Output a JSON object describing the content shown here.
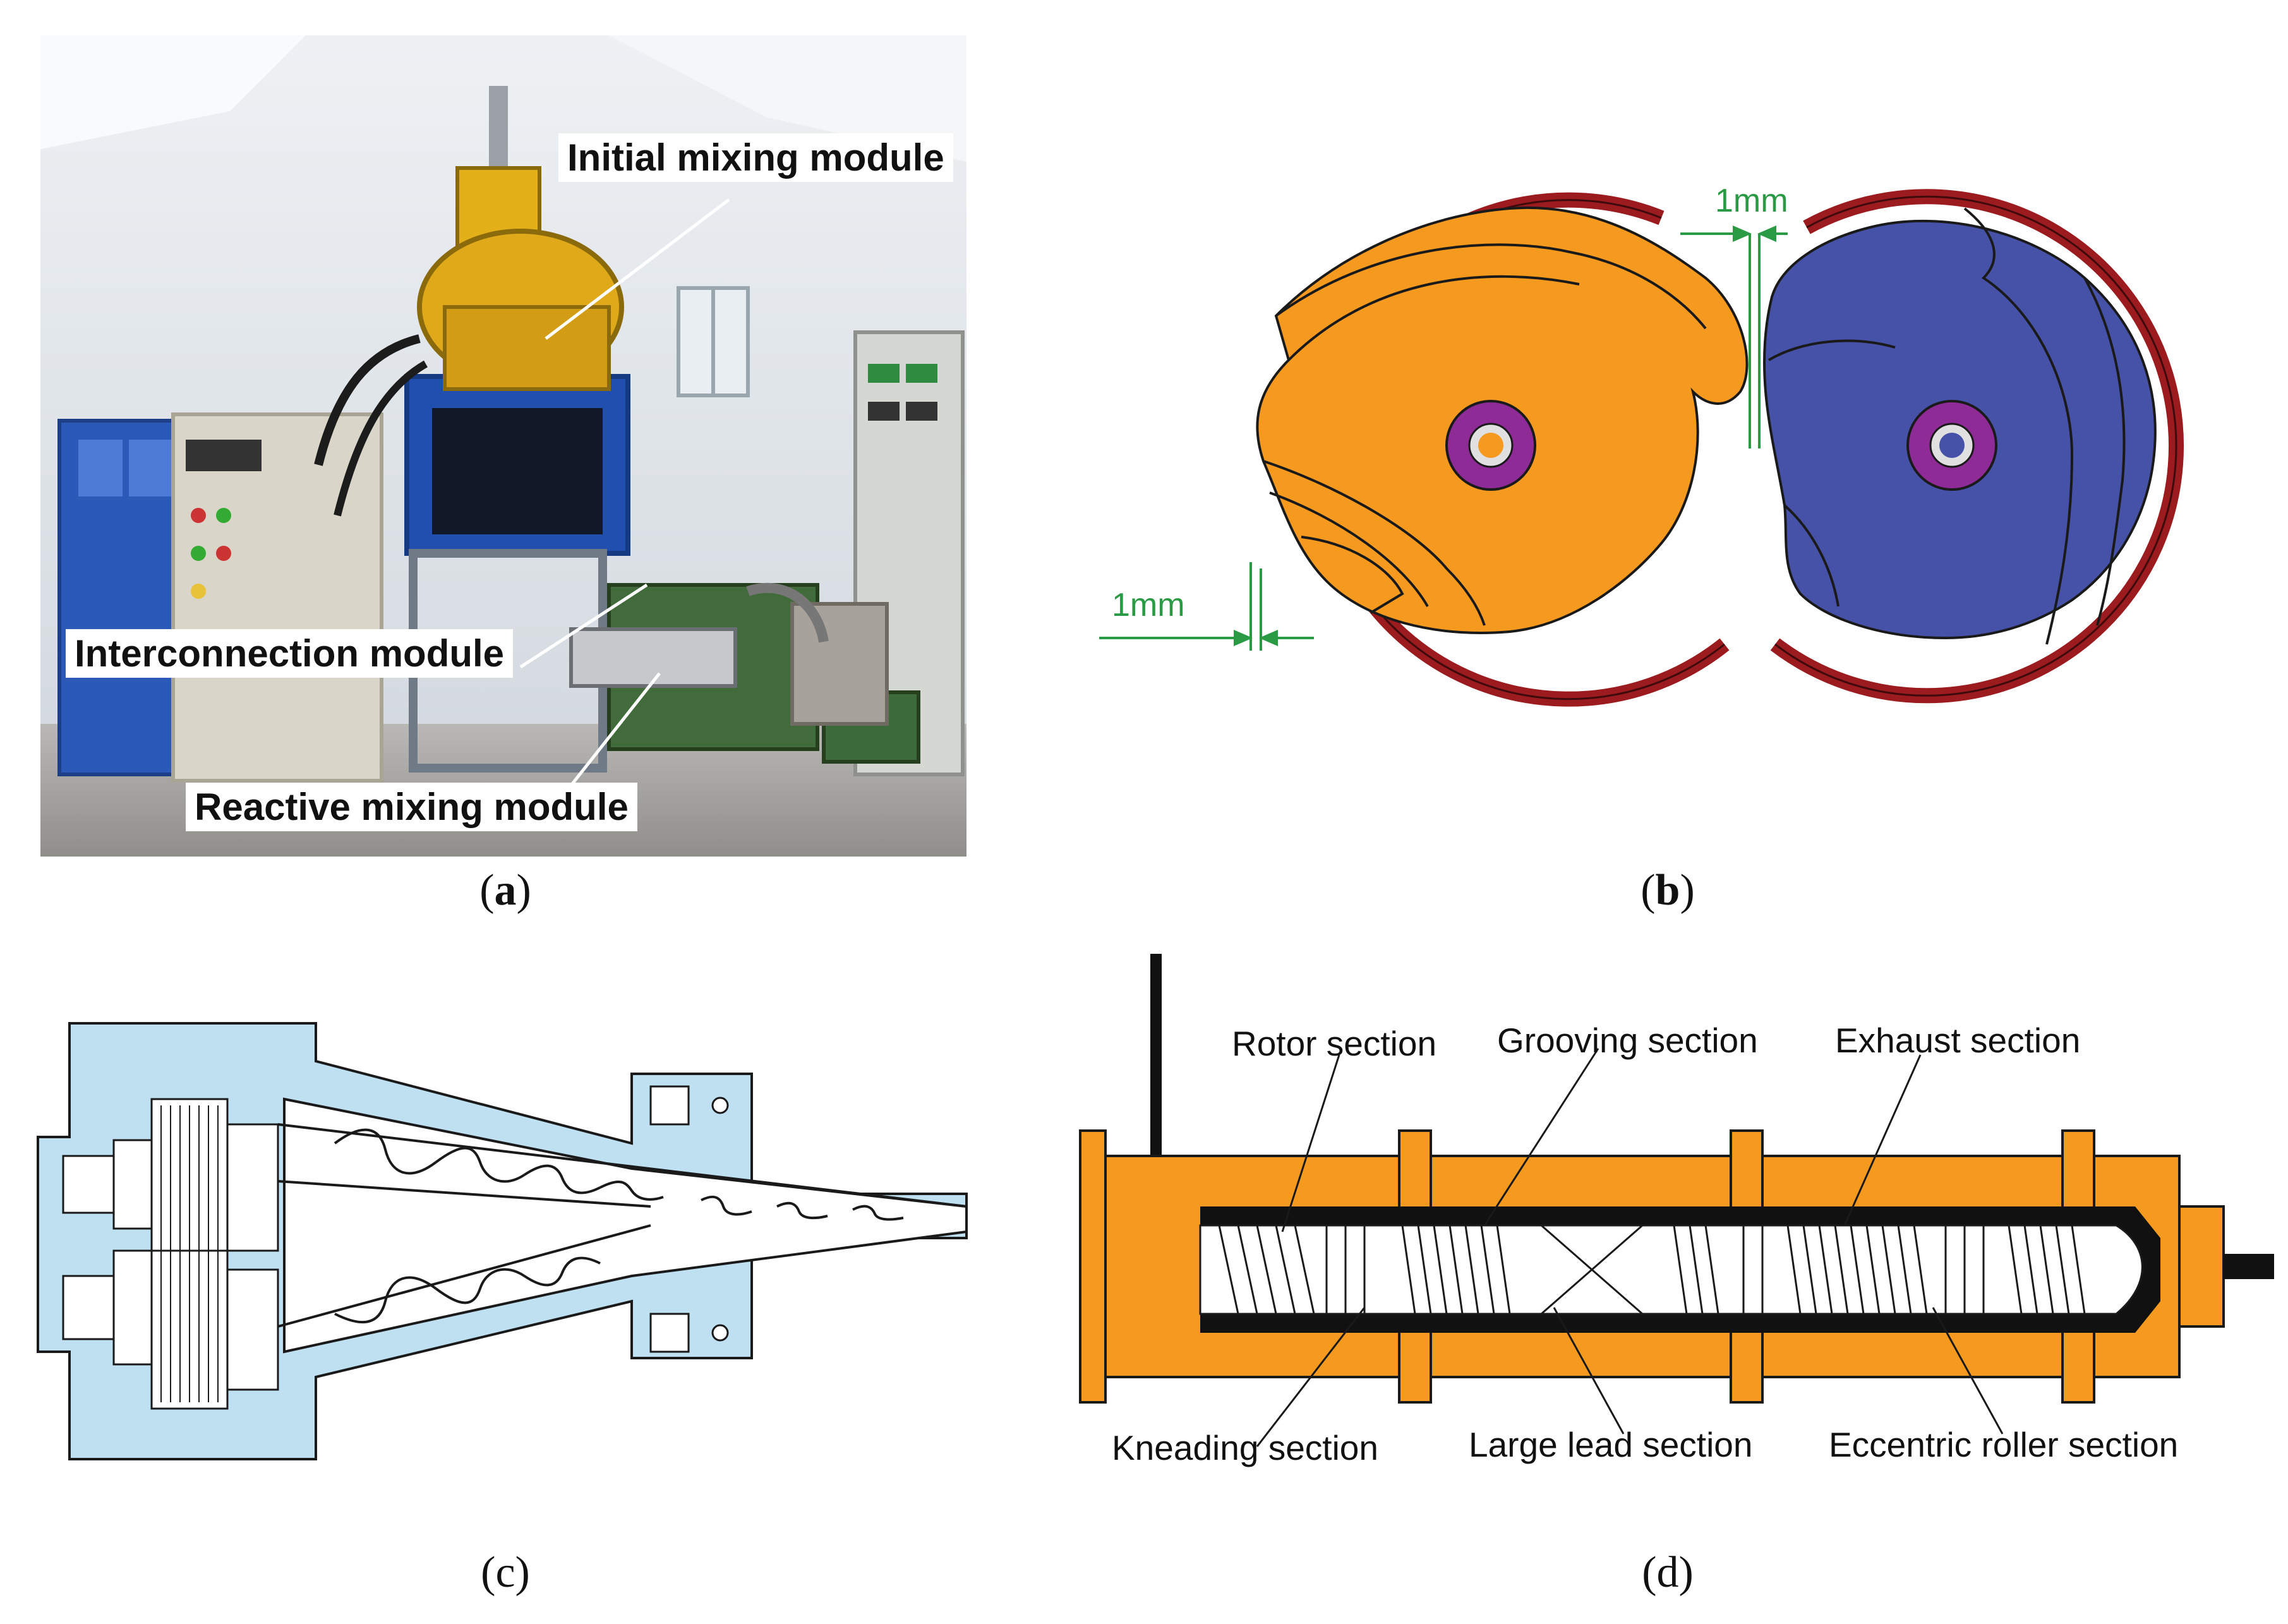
{
  "panel_a": {
    "caption_open": "(",
    "caption_letter": "a",
    "caption_close": ")",
    "labels": {
      "initial": "Initial mixing module",
      "interconnection": "Interconnection module",
      "reactive": "Reactive mixing module"
    }
  },
  "panel_b": {
    "caption_open": "(",
    "caption_letter": "b",
    "caption_close": ")",
    "gap_top": "1mm",
    "gap_left": "1mm",
    "colors": {
      "casing": "#9b1b1f",
      "left_rotor": "#f59a1e",
      "right_rotor": "#4651a8",
      "hub": "#8e2b97",
      "dim": "#2a9a45"
    }
  },
  "panel_c": {
    "caption": "(c)"
  },
  "panel_d": {
    "caption": "(d)",
    "labels": {
      "rotor": "Rotor section",
      "grooving": "Grooving section",
      "exhaust": "Exhaust section",
      "kneading": "Kneading section",
      "large_lead": "Large lead section",
      "eccentric": "Eccentric roller section"
    }
  }
}
